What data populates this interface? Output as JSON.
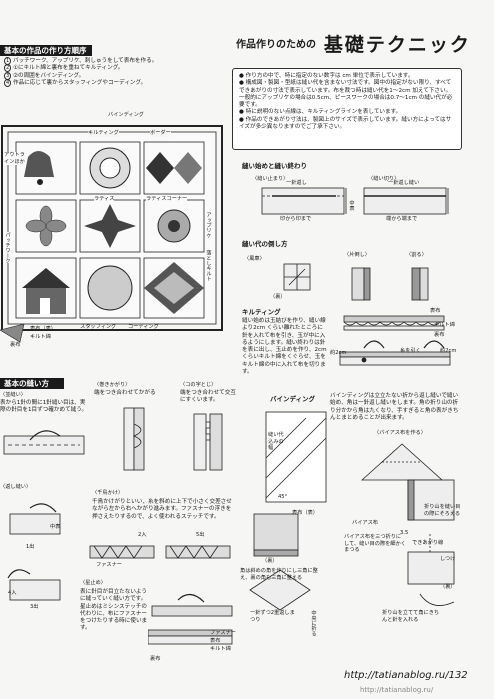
{
  "header": {
    "title_small": "作品作りのための",
    "title_large": "基礎テクニック"
  },
  "order_section": {
    "heading": "基本の作品の作り方順序",
    "steps": [
      "パッチワーク、アップリケ、刺しゅうをして表布を作る。",
      "①にキルト綿と裏布を重ねてキルティング。",
      "②の周囲をバインディング。",
      "作品に応じて裏からスタッフィングやコーディング。"
    ],
    "labels": {
      "binding": "バインディング",
      "quilting": "キルティング",
      "border": "ボーダー",
      "outline": "アウトラインほか",
      "lattice": "ラティス",
      "lattice_corner": "ラティスコーナー",
      "border_left": "ボーダー",
      "patchwork": "パッチワーク",
      "applique": "アップリケ",
      "drop_quilt": "落としキルト",
      "stuffing": "スタッフィング",
      "cording": "コーディング",
      "front": "表布（表）",
      "batting": "キルト綿",
      "back": "裏布"
    }
  },
  "notes": {
    "items": [
      "作り方の中で、特に指定のない数字は cm 単位で表示しています。",
      "構成図・製図・型紙は縫い代を含まない寸法です。図中の指定がない限り、すべてできあがりの寸法で表示しています。布を裁つ時は縫い代を1〜2cm 加えて下さい。一般的にアップリケの場合は0.5cm、ピースワークの場合は0.7〜1cm の縫い代が必要です。",
      "特に説明のない点線は、キルティングラインを表しています。",
      "作品のできあがり寸法は、製図上のサイズで表示しています。縫い方によってはサイズが多少異なりますのでご了承下さい。"
    ]
  },
  "seam_start_end": {
    "heading": "縫い始めと縫い終わり",
    "start": "〈縫い止まり〉",
    "end": "〈縫い切り〉",
    "back_stitch": "一針返し",
    "back_stitch2": "一針返し縫い",
    "from_mark": "印から印まで",
    "edge_to_edge": "端から端まで",
    "middle": "中表"
  },
  "seam_allowance": {
    "heading": "縫い代の倒し方",
    "windmill": "〈風車〉",
    "one_side": "〈片倒し〉",
    "open": "〈割る〉",
    "back": "（裏）"
  },
  "quilting": {
    "heading": "キルティング",
    "text": "縫い始めは玉結びを作り、縫い線より2cm くらい離れたところに針を入れて布を引き、玉が中に入るようにします。縫い終わりは針を表に出し、玉止めを作り、2cm くらいキルト綿をくぐらせ、玉をキルト綿の中に入れて布を切ります。",
    "front": "表布",
    "batting": "キルト綿",
    "back": "裏布",
    "approx2": "約2cm",
    "knot": "糸を引く",
    "approx2b": "約2cm"
  },
  "binding": {
    "heading": "バインディング",
    "text": "バインディングは立立たない折から返し縫いで縫い始め、角は一針返し縫いをします。角の折り山の折り分かから角は九くなり、手すぎると角の表がきちんとまとめることが出来ます。",
    "bias": "〈バイアス布を作る〉",
    "seam_allow": "縫い代込みの幅",
    "angle": "45°",
    "back": "（裏）",
    "front_cloth": "表布（表）",
    "bias_cloth": "バイアス布",
    "bias_note": "バイアス布を三つ折りにして、縫い目の際を細かくまつる",
    "corner_note": "角は斜めの角を作りにし三角に整え、裏の角も三角に整える",
    "fold_ok": "折り山を縫い目の際にそろえる",
    "stitch": "一針ずつ2重返しまつり",
    "to_center": "中央に折る",
    "fold_note": "折り山を立てて角にきちんと針を入れる",
    "fold_k": "折り山を縫い目にそろえる",
    "back2": "（裏）",
    "size35": "3.5",
    "finish": "できあがり線",
    "mark": "しつけ"
  },
  "basic_stitches": {
    "heading": "基本の縫い方",
    "running": "〈並縫い〉",
    "running_text": "表から1針の間に1針縫い目は、実際の針目を1目ずつ確かめて縫う。",
    "back_stitch": "〈巻きかがり〉",
    "back_stitch_text": "端をつき合わせてかがる",
    "blind": "〈コの字とじ〉",
    "blind_text": "端をつき合わせて交互にすくいます。",
    "return": "〈返し縫い〉",
    "herringbone": "〈千鳥かけ〉",
    "herringbone_text": "千鳥かけがりといい、糸を斜めに上下で小さく交差させながら左から右へかがり進みます。ファスナーの浮きを押さえたりするので、よく使われるステッチです。",
    "star": "〈星止め〉",
    "star_text": "表に針目が目立たないように縫っていく縫い方です。星止めはミシンステッチの代わりに、布にファスナーをつけたりする時に使います。",
    "mid": "中表",
    "out1": "1出",
    "in2": "2入",
    "out3": "3出",
    "in4": "4入",
    "out5": "5出",
    "zipper": "ファスナー",
    "front": "表布",
    "back": "裏布",
    "batting": "キルト綿"
  },
  "footer": {
    "url": "http://tatianablog.ru/",
    "page": "132",
    "watermark": "http://tatianablog.ru/"
  }
}
